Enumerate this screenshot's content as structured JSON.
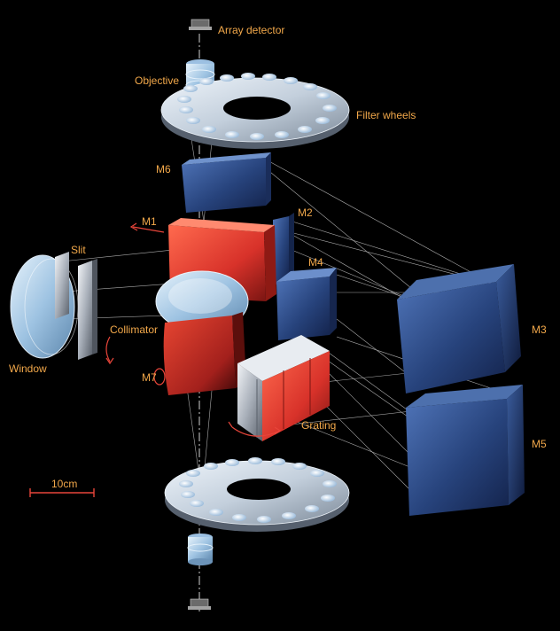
{
  "labels": {
    "array_detector": "Array detector",
    "objective": "Objective",
    "filter_wheels": "Filter wheels",
    "m6": "M6",
    "m1": "M1",
    "m2": "M2",
    "m4": "M4",
    "slit": "Slit",
    "window": "Window",
    "collimator": "Collimator",
    "m7": "M7",
    "m3": "M3",
    "grating": "Grating",
    "m5": "M5",
    "scale": "10cm"
  },
  "colors": {
    "background": "#000000",
    "label": "#f2a84a",
    "accent_red": "#e8453a",
    "mirror_blue": "#2c4d8a",
    "mirror_red": "#d8322a",
    "glass": "#b9d6ee",
    "beam": "#d8d8d8"
  }
}
